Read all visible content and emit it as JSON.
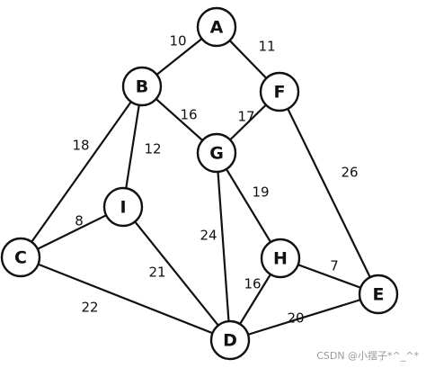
{
  "graph": {
    "nodes": [
      {
        "id": "A",
        "label": "A"
      },
      {
        "id": "B",
        "label": "B"
      },
      {
        "id": "F",
        "label": "F"
      },
      {
        "id": "G",
        "label": "G"
      },
      {
        "id": "I",
        "label": "I"
      },
      {
        "id": "C",
        "label": "C"
      },
      {
        "id": "H",
        "label": "H"
      },
      {
        "id": "E",
        "label": "E"
      },
      {
        "id": "D",
        "label": "D"
      }
    ],
    "edges": [
      {
        "from": "A",
        "to": "B",
        "weight": "10"
      },
      {
        "from": "A",
        "to": "F",
        "weight": "11"
      },
      {
        "from": "B",
        "to": "G",
        "weight": "16"
      },
      {
        "from": "F",
        "to": "G",
        "weight": "17"
      },
      {
        "from": "B",
        "to": "C",
        "weight": "18"
      },
      {
        "from": "B",
        "to": "I",
        "weight": "12"
      },
      {
        "from": "F",
        "to": "E",
        "weight": "26"
      },
      {
        "from": "G",
        "to": "H",
        "weight": "19"
      },
      {
        "from": "G",
        "to": "D",
        "weight": "24"
      },
      {
        "from": "I",
        "to": "C",
        "weight": "8"
      },
      {
        "from": "I",
        "to": "D",
        "weight": "21"
      },
      {
        "from": "C",
        "to": "D",
        "weight": "22"
      },
      {
        "from": "H",
        "to": "D",
        "weight": "16"
      },
      {
        "from": "H",
        "to": "E",
        "weight": "7"
      },
      {
        "from": "D",
        "to": "E",
        "weight": "20"
      }
    ]
  },
  "watermark": "CSDN @小摆子*^_^*"
}
